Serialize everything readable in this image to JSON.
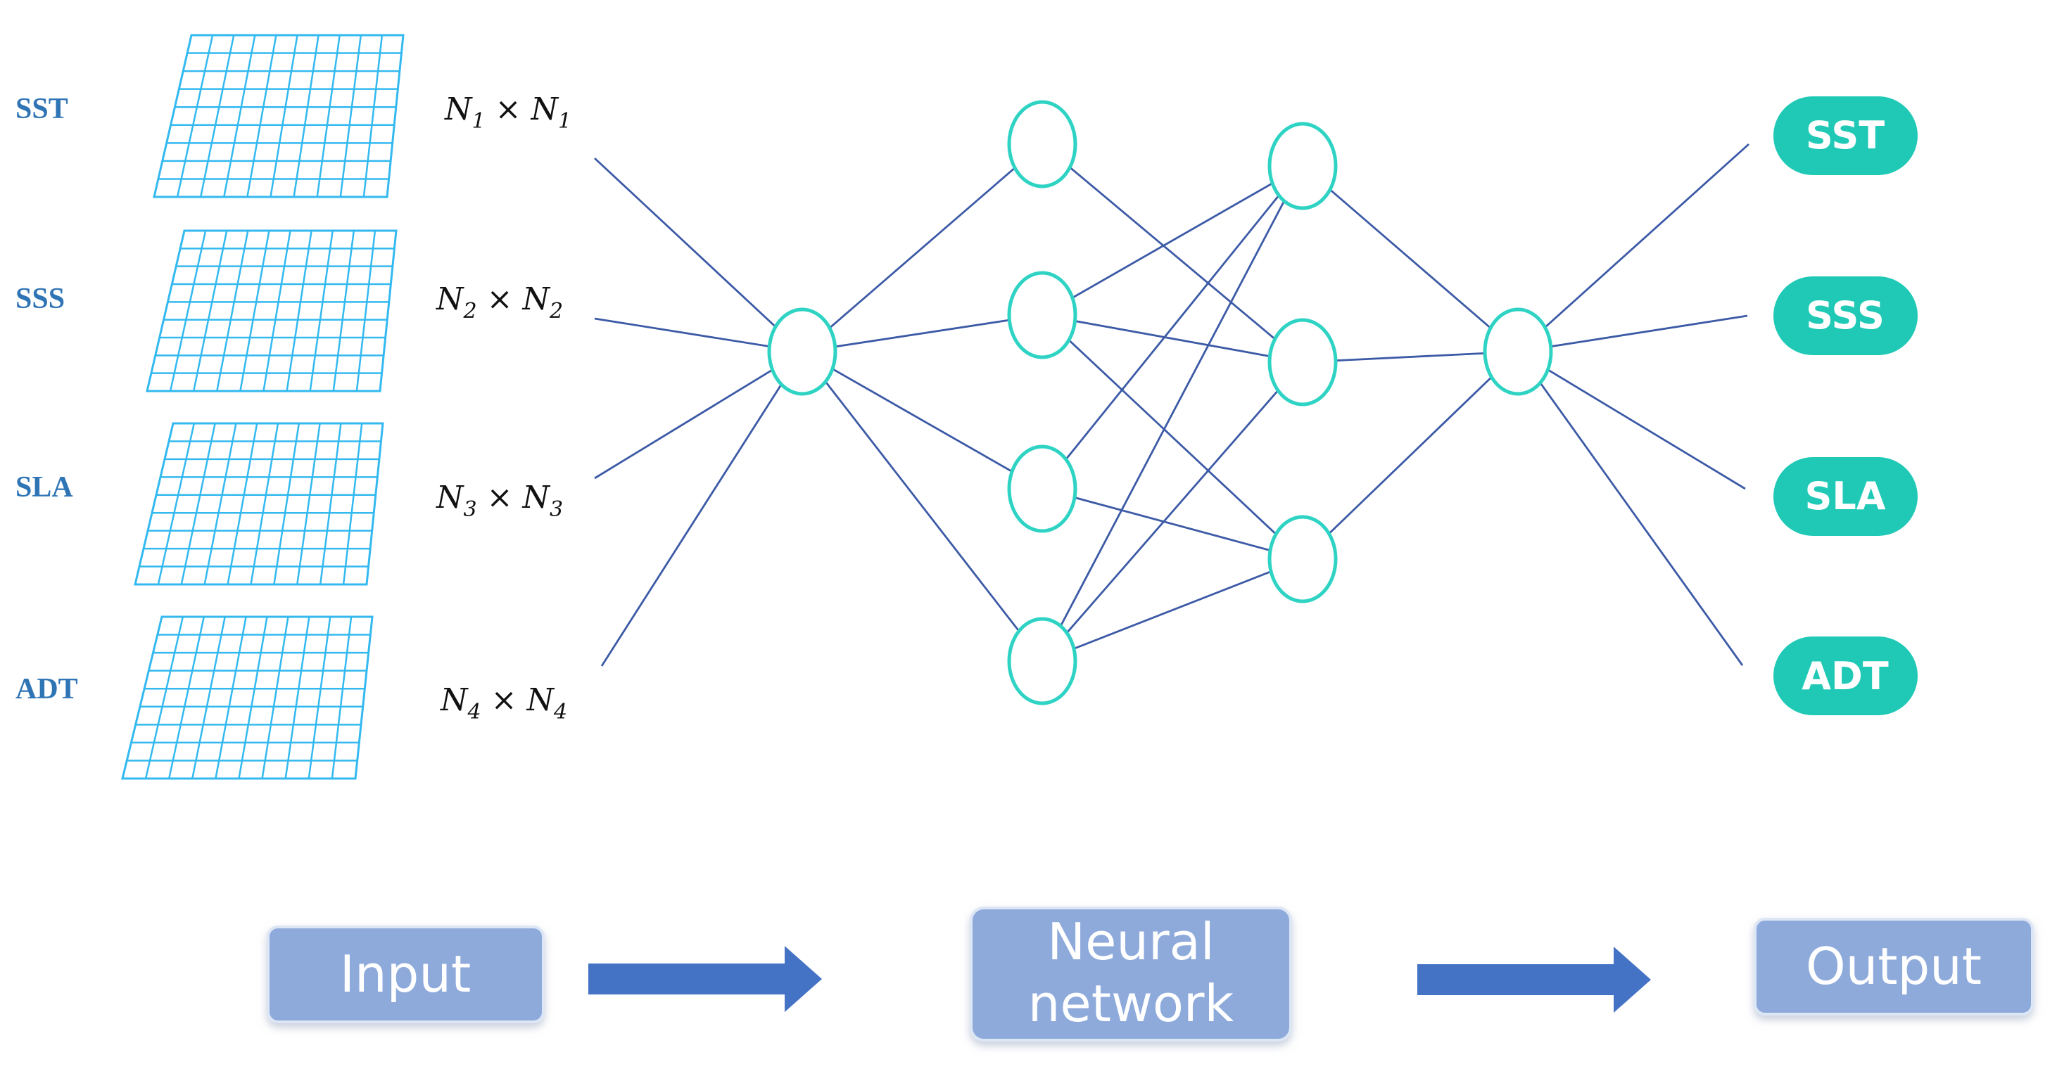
{
  "inputs": [
    {
      "name": "SST",
      "dim": "N",
      "sub": "1",
      "times": "×"
    },
    {
      "name": "SSS",
      "dim": "N",
      "sub": "2",
      "times": "×"
    },
    {
      "name": "SLA",
      "dim": "N",
      "sub": "3",
      "times": "×"
    },
    {
      "name": "ADT",
      "dim": "N",
      "sub": "4",
      "times": "×"
    }
  ],
  "outputs": [
    "SST",
    "SSS",
    "SLA",
    "ADT"
  ],
  "stages": {
    "input": "Input",
    "neural_line1": "Neural",
    "neural_line2": "network",
    "output": "Output"
  },
  "colors": {
    "input_label": "#2f74b5",
    "grid": "#33b9f0",
    "node": "#2fd3c4",
    "edge": "#3c5aa6",
    "output_pill": "#1fc9b5",
    "stage_box": "#8eaadb",
    "arrow": "#4472c4"
  }
}
